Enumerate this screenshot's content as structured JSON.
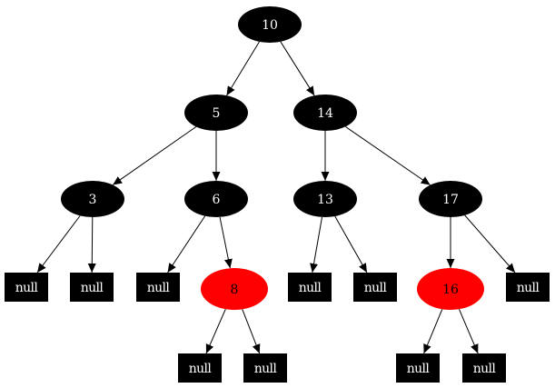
{
  "colors": {
    "black_node": "#000000",
    "red_node": "#ff0000",
    "black_node_text": "#ffffff",
    "red_node_text": "#000000",
    "null_leaf": "#000000",
    "null_leaf_text": "#ffffff",
    "edge": "#000000"
  },
  "nodes": {
    "n10": {
      "label": "10",
      "color": "black"
    },
    "n5": {
      "label": "5",
      "color": "black"
    },
    "n14": {
      "label": "14",
      "color": "black"
    },
    "n3": {
      "label": "3",
      "color": "black"
    },
    "n6": {
      "label": "6",
      "color": "black"
    },
    "n13": {
      "label": "13",
      "color": "black"
    },
    "n17": {
      "label": "17",
      "color": "black"
    },
    "n8": {
      "label": "8",
      "color": "red"
    },
    "n16": {
      "label": "16",
      "color": "red"
    },
    "null1": {
      "label": "null"
    },
    "null2": {
      "label": "null"
    },
    "null3": {
      "label": "null"
    },
    "null4": {
      "label": "null"
    },
    "null5": {
      "label": "null"
    },
    "null6": {
      "label": "null"
    },
    "null7": {
      "label": "null"
    },
    "null8": {
      "label": "null"
    },
    "null9": {
      "label": "null"
    },
    "null10": {
      "label": "null"
    }
  },
  "edges": [
    [
      "n10",
      "n5"
    ],
    [
      "n10",
      "n14"
    ],
    [
      "n5",
      "n3"
    ],
    [
      "n5",
      "n6"
    ],
    [
      "n14",
      "n13"
    ],
    [
      "n14",
      "n17"
    ],
    [
      "n3",
      "null1"
    ],
    [
      "n3",
      "null2"
    ],
    [
      "n6",
      "null3"
    ],
    [
      "n6",
      "n8"
    ],
    [
      "n13",
      "null4"
    ],
    [
      "n13",
      "null5"
    ],
    [
      "n17",
      "n16"
    ],
    [
      "n17",
      "null6"
    ],
    [
      "n8",
      "null7"
    ],
    [
      "n8",
      "null8"
    ],
    [
      "n16",
      "null9"
    ],
    [
      "n16",
      "null10"
    ]
  ]
}
